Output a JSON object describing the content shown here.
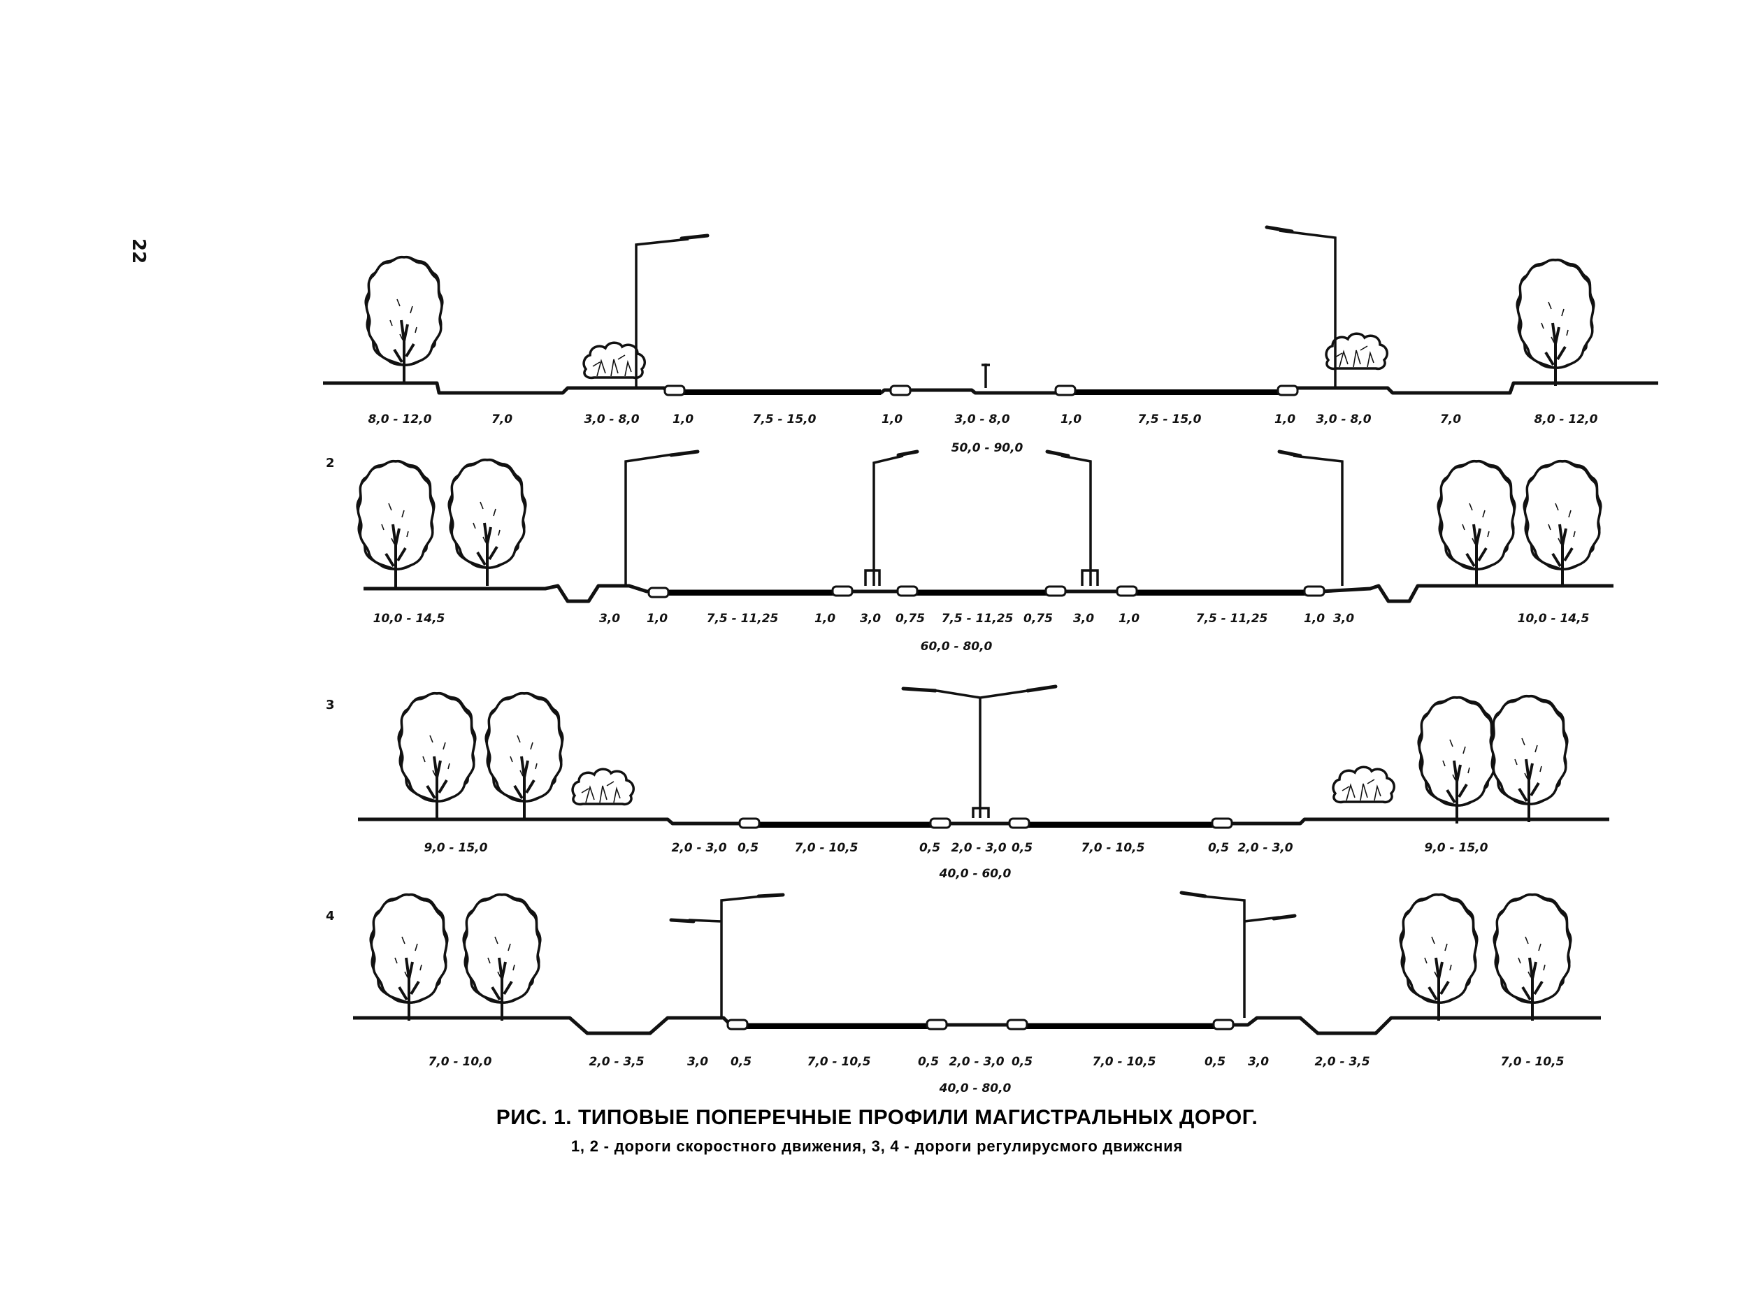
{
  "page_number": "22",
  "caption": {
    "title": "РИС. 1. ТИПОВЫЕ ПОПЕРЕЧНЫЕ ПРОФИЛИ МАГИСТРАЛЬНЫХ ДОРОГ.",
    "subtitle": "1, 2 - дороги скоростного движения, 3, 4 - дороги регулирусмого движсния"
  },
  "profiles": [
    {
      "number": "",
      "segments": [
        "8,0 - 12,0",
        "7,0",
        "3,0 - 8,0",
        "1,0",
        "7,5 - 15,0",
        "1,0",
        "3,0 - 8,0",
        "1,0",
        "7,5 - 15,0",
        "1,0",
        "3,0 - 8,0",
        "7,0",
        "8,0 - 12,0"
      ],
      "total": "50,0 - 90,0"
    },
    {
      "number": "2",
      "segments": [
        "10,0 - 14,5",
        "3,0",
        "1,0",
        "7,5 - 11,25",
        "1,0",
        "3,0",
        "0,75",
        "7,5 - 11,25",
        "0,75",
        "3,0",
        "1,0",
        "7,5 - 11,25",
        "1,0",
        "3,0",
        "10,0 - 14,5"
      ],
      "total": "60,0 - 80,0"
    },
    {
      "number": "3",
      "segments": [
        "9,0 - 15,0",
        "2,0 - 3,0",
        "0,5",
        "7,0 - 10,5",
        "0,5",
        "2,0 - 3,0",
        "0,5",
        "7,0 - 10,5",
        "0,5",
        "2,0 - 3,0",
        "9,0 - 15,0"
      ],
      "total": "40,0 - 60,0"
    },
    {
      "number": "4",
      "segments": [
        "7,0 - 10,0",
        "2,0 - 3,5",
        "3,0",
        "0,5",
        "7,0 - 10,5",
        "0,5",
        "2,0 - 3,0",
        "0,5",
        "7,0 - 10,5",
        "0,5",
        "3,0",
        "2,0 - 3,5",
        "7,0 - 10,5"
      ],
      "total": "40,0 - 80,0"
    }
  ]
}
